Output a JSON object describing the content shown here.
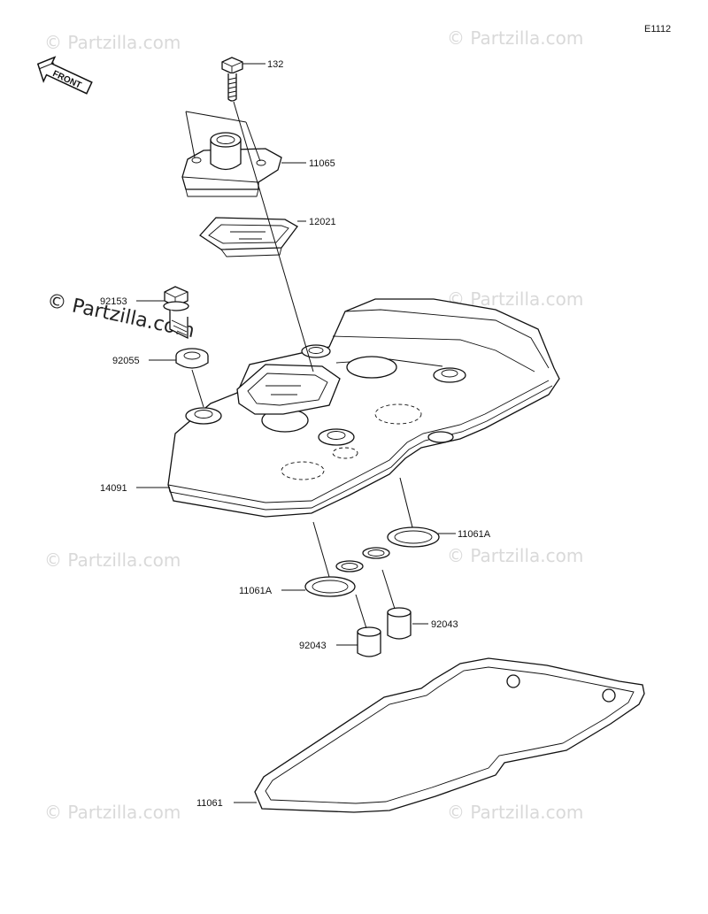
{
  "diagram": {
    "figure_code": "E1112",
    "front_badge": "FRONT",
    "watermark_main": "© Partzilla.com",
    "watermark_repeat": "© Partzilla.com",
    "parts": [
      {
        "id": "p132",
        "number": "132"
      },
      {
        "id": "p11065",
        "number": "11065"
      },
      {
        "id": "p12021",
        "number": "12021"
      },
      {
        "id": "p92153",
        "number": "92153"
      },
      {
        "id": "p92055",
        "number": "92055"
      },
      {
        "id": "p14091",
        "number": "14091"
      },
      {
        "id": "p11061A_right",
        "number": "11061A"
      },
      {
        "id": "p11061A_left",
        "number": "11061A"
      },
      {
        "id": "p92043_right",
        "number": "92043"
      },
      {
        "id": "p92043_left",
        "number": "92043"
      },
      {
        "id": "p11061",
        "number": "11061"
      }
    ]
  }
}
